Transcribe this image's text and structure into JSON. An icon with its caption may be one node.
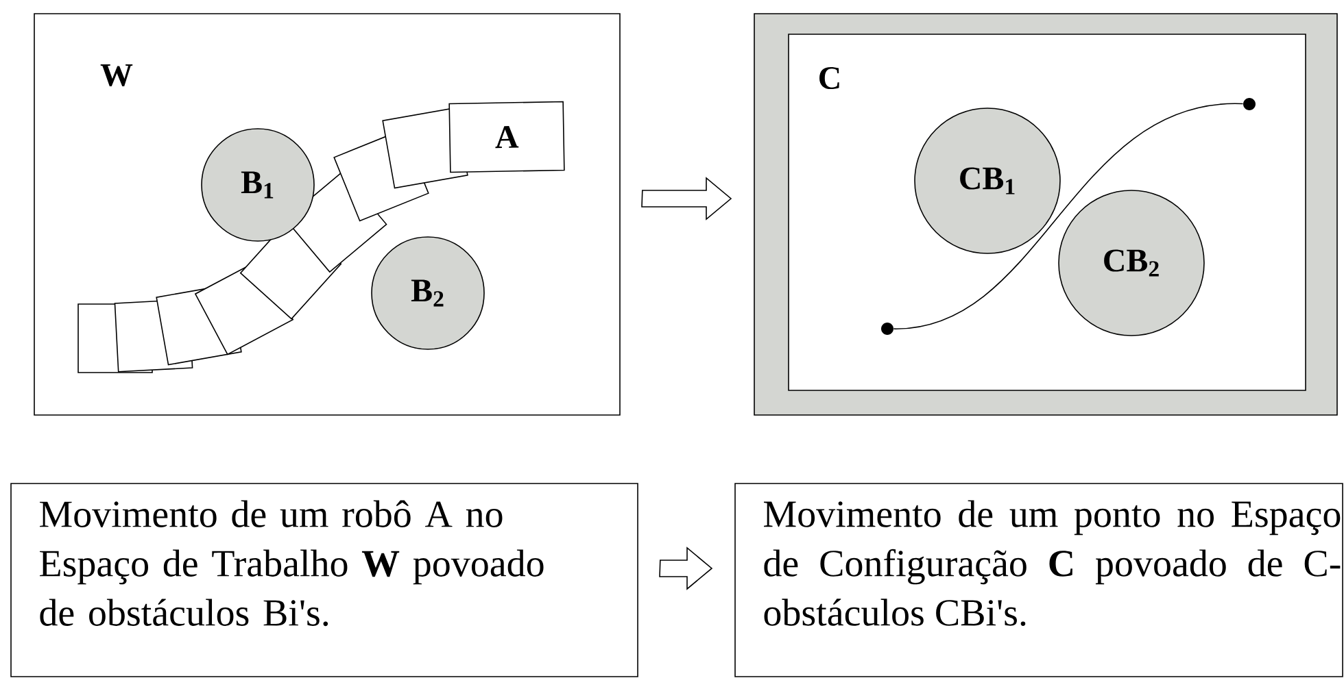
{
  "diagram": {
    "nodes": [
      {
        "text": [
          "W"
        ]
      },
      {
        "text": [
          "B$_{1}$"
        ],
        "in": 0
      },
      {
        "text": [
          "B$_{2}$"
        ],
        "in": 0
      },
      {
        "text": [
          "A"
        ],
        "in": 0
      },
      {
        "text": [
          "C"
        ]
      },
      {
        "text": [
          "CB$_{1}$"
        ],
        "in": 4
      },
      {
        "text": [
          "CB$_{2}$"
        ],
        "in": 4
      },
      {
        "text": [],
        "shape": "circle",
        "in": 4
      },
      {
        "text": [],
        "shape": "circle",
        "in": 4
      },
      {
        "text": [
          "Movimento de um robô A no Espaço de Trabalho **W** povoado de obstáculos Bi's."
        ]
      },
      {
        "text": [
          "Movimento de um ponto no Espaço de Configuração **C** povoado de C-obstáculos CBi's."
        ]
      }
    ],
    "edges": [
      {
        "from": 0,
        "to": 4,
        "arrow": "to"
      },
      {
        "from": 7,
        "to": 8,
        "arrow": "none"
      },
      {
        "from": 9,
        "to": 10,
        "arrow": "to"
      }
    ]
  }
}
